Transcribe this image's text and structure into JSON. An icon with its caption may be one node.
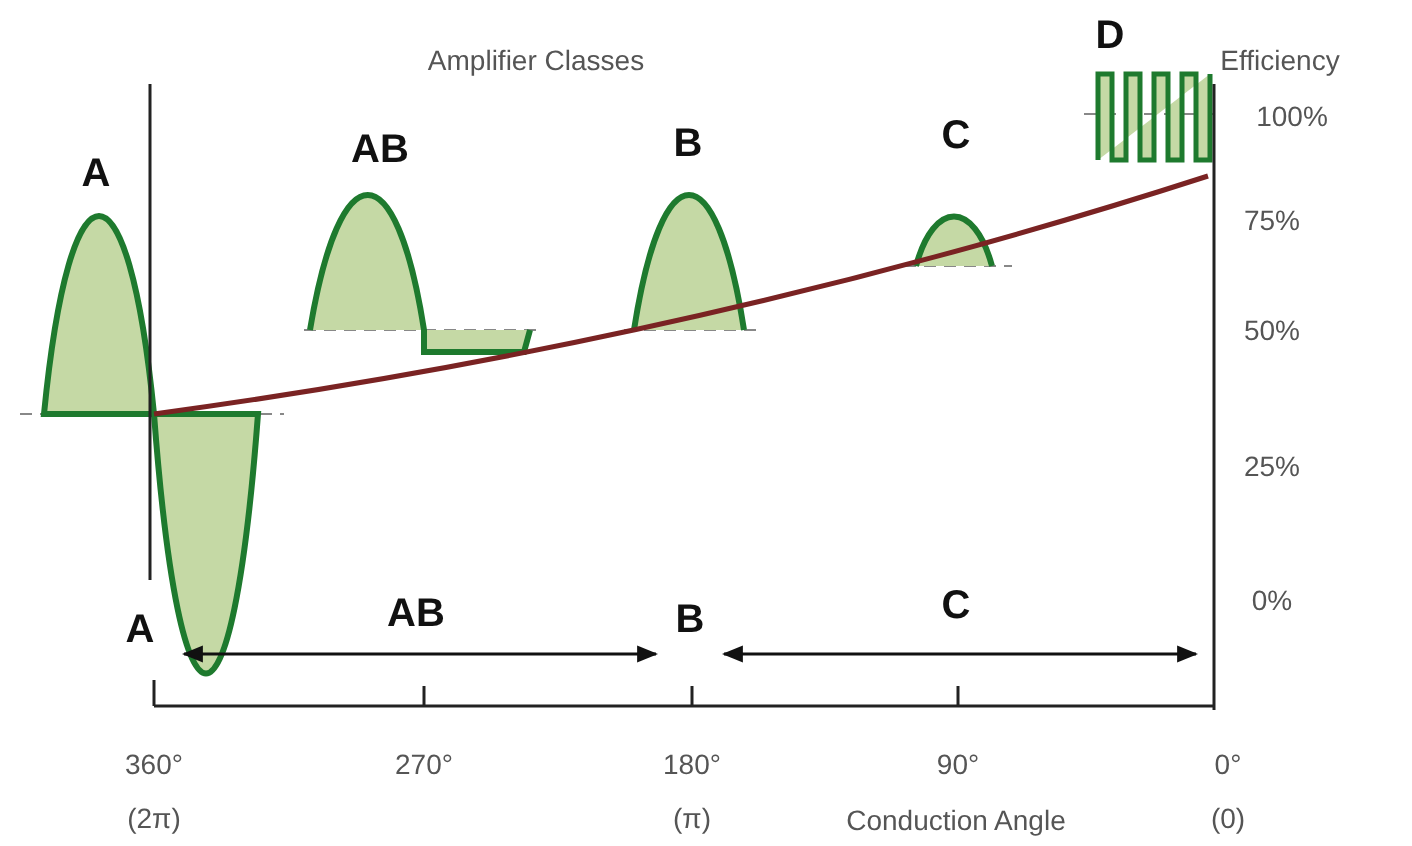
{
  "diagram": {
    "title": "Amplifier Classes",
    "labels": [
      "D",
      "Efficiency",
      "100%",
      "A",
      "AB",
      "B",
      "C",
      "75%",
      "50%",
      "25%",
      "0%",
      "A",
      "AB",
      "B",
      "C",
      "360°",
      "270°",
      "180°",
      "90°",
      "0°",
      "(2π)",
      "(π)",
      "Conduction Angle",
      "(0)"
    ]
  }
}
